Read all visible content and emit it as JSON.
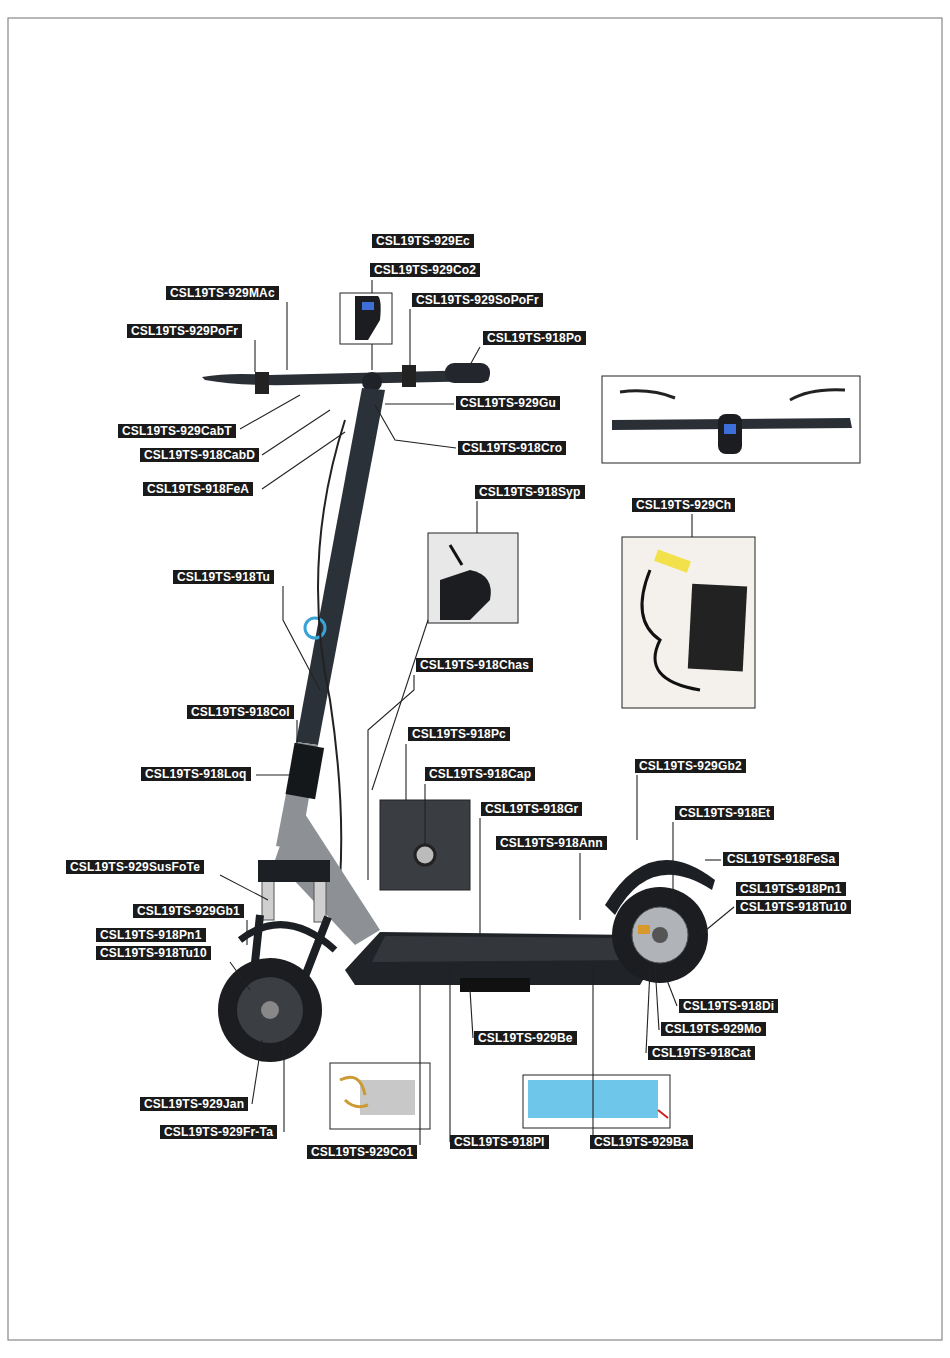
{
  "diagram": {
    "labels": [
      "CSL19TS-929Ec",
      "CSL19TS-929Co2",
      "CSL19TS-929MAc",
      "CSL19TS-929SoPoFr",
      "CSL19TS-929PoFr",
      "CSL19TS-918Po",
      "CSL19TS-929Gu",
      "CSL19TS-929CabT",
      "CSL19TS-918CabD",
      "CSL19TS-918Cro",
      "CSL19TS-918FeA",
      "CSL19TS-918Syp",
      "CSL19TS-929Ch",
      "CSL19TS-918Tu",
      "CSL19TS-918Chas",
      "CSL19TS-918Col",
      "CSL19TS-918Pc",
      "CSL19TS-918Loq",
      "CSL19TS-929Gb2",
      "CSL19TS-918Cap",
      "CSL19TS-918Gr",
      "CSL19TS-918Et",
      "CSL19TS-918Ann",
      "CSL19TS-918FeSa",
      "CSL19TS-929SusFoTe",
      "CSL19TS-918Pn1",
      "CSL19TS-918Tu10",
      "CSL19TS-929Gb1",
      "CSL19TS-918Pn1",
      "CSL19TS-918Tu10",
      "CSL19TS-918Di",
      "CSL19TS-929Mo",
      "CSL19TS-929Be",
      "CSL19TS-918Cat",
      "CSL19TS-929Jan",
      "CSL19TS-929Fr-Ta",
      "CSL19TS-918Pl",
      "CSL19TS-929Ba",
      "CSL19TS-929Co1"
    ]
  }
}
